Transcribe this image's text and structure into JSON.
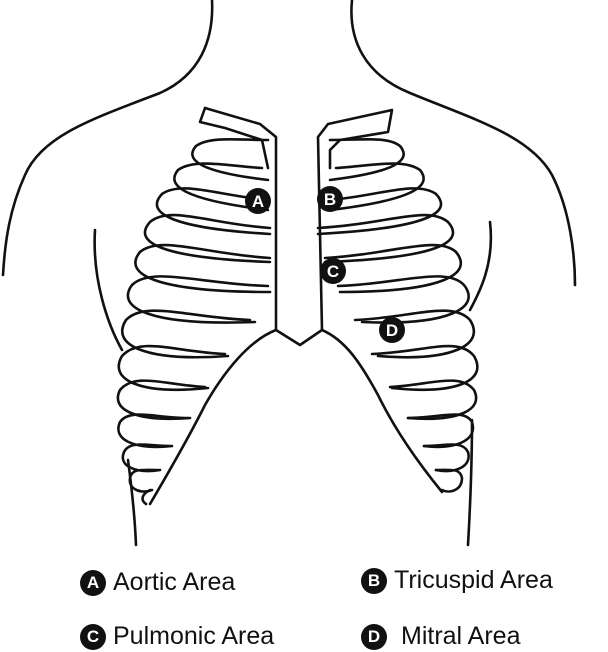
{
  "markers": [
    {
      "letter": "A",
      "label": "Aortic Area"
    },
    {
      "letter": "B",
      "label": "Tricuspid Area"
    },
    {
      "letter": "C",
      "label": "Pulmonic Area"
    },
    {
      "letter": "D",
      "label": "Mitral Area"
    }
  ],
  "colors": {
    "ink": "#111111",
    "paper": "#ffffff"
  }
}
